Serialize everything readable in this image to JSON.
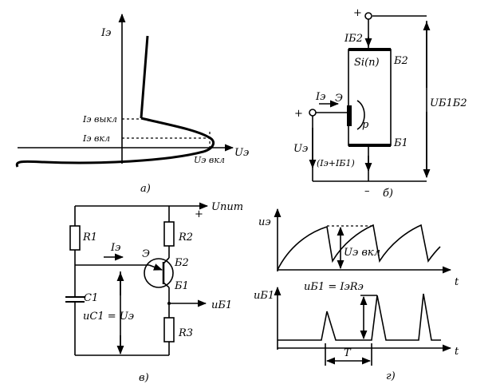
{
  "panel_a": {
    "y_axis": "Iэ",
    "x_axis": "Uэ",
    "off_label": "Iэ выкл",
    "on_label": "Iэ вкл",
    "peak_label": "Uэ вкл",
    "caption": "а)"
  },
  "panel_b": {
    "top_current": "IБ2",
    "base2": "Б2",
    "material": "Si(n)",
    "emitter": "Э",
    "p_region": "p",
    "emitter_current": "Iэ",
    "emitter_voltage": "Uэ",
    "sum_current": "(Iэ+IБ1)",
    "base1": "Б1",
    "interbase_voltage": "UБ1Б2",
    "plus_top": "+",
    "plus_left": "+",
    "minus_bottom": "–",
    "caption": "б)"
  },
  "panel_c": {
    "supply": "Uпит",
    "plus": "+",
    "r1": "R1",
    "r2": "R2",
    "r3": "R3",
    "c1": "C1",
    "current": "Iэ",
    "emitter": "Э",
    "base2": "Б2",
    "base1": "Б1",
    "cap_voltage": "uC1 = Uэ",
    "output": "uБ1",
    "caption": "в)"
  },
  "panel_d": {
    "top_axis": "uэ",
    "top_time": "t",
    "top_annotation": "Uэ вкл",
    "bottom_axis": "uБ1",
    "bottom_time": "t",
    "pulse_formula": "uБ1 = IэRэ",
    "period": "T",
    "caption": "г)"
  }
}
